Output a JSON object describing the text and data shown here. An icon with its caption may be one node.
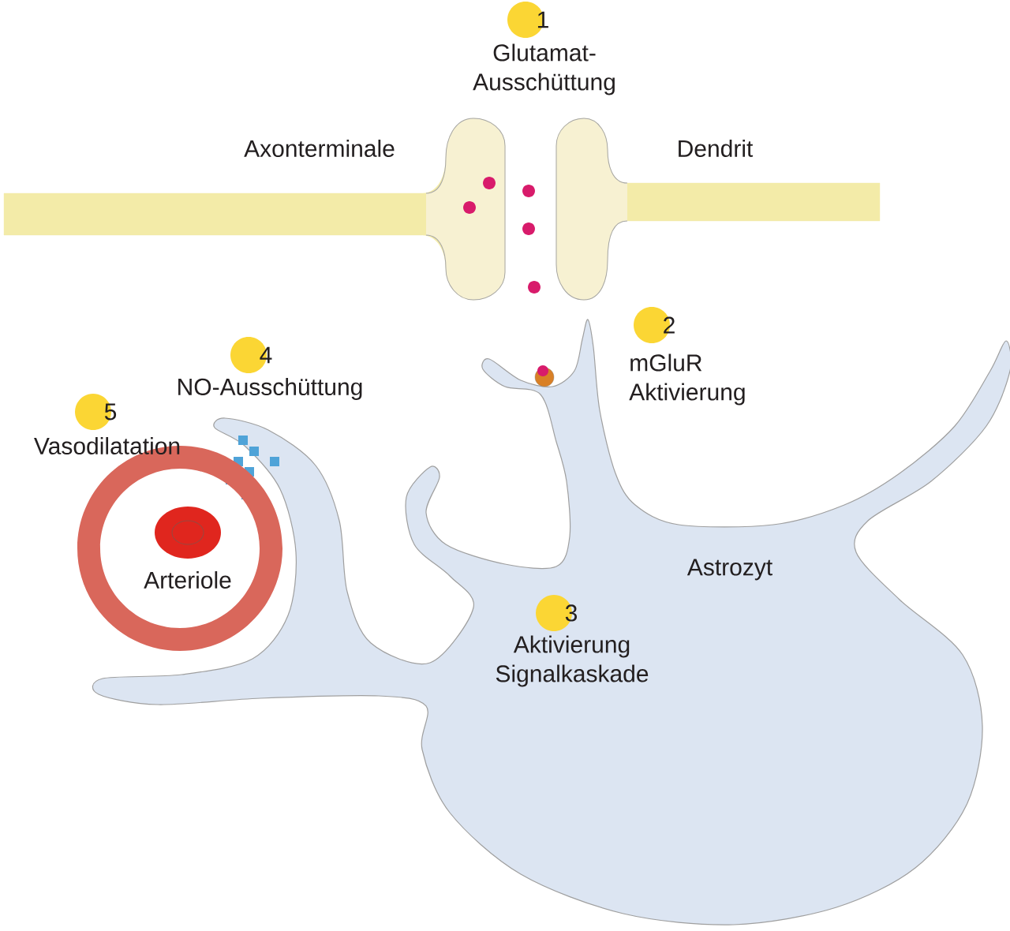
{
  "diagram": {
    "labels": [
      "1",
      "Glutamat- Ausschüttung",
      "Axonterminale",
      "Dendrit",
      "2",
      "4",
      "NO-Ausschüttung",
      "mGluR Aktivierung",
      "5",
      "Vasodilatation",
      "Astrozyt",
      "Arteriole",
      "3",
      "Aktivierung Signalkaskade"
    ]
  }
}
